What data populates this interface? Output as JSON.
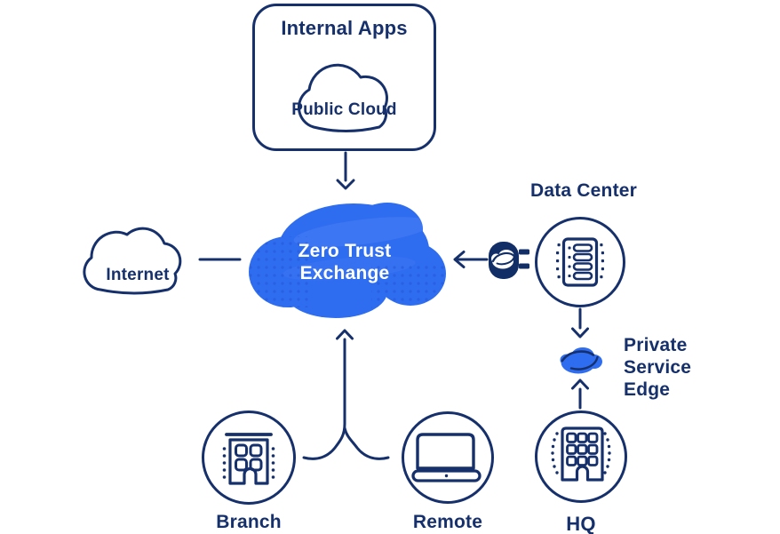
{
  "colors": {
    "navy": "#16306C",
    "bright_blue": "#2E6CF0",
    "light_streak": "#4A80F4",
    "halftone_dot": "#2257D8",
    "plug_navy": "#122E66",
    "white": "#FFFFFF"
  },
  "internal_apps": {
    "title": "Internal Apps",
    "cloud_label": "Public Cloud",
    "icon": "cloud-outline-icon"
  },
  "exchange": {
    "label": "Zero Trust\nExchange",
    "icon": "zscaler-exchange-cloud"
  },
  "internet": {
    "label": "Internet",
    "icon": "cloud-outline-icon"
  },
  "data_center": {
    "label": "Data Center",
    "icon": "server-icon"
  },
  "connector": {
    "icon": "plug-icon",
    "logo": "zscaler-logo-icon"
  },
  "private_service_edge": {
    "label": "Private\nService\nEdge",
    "icon": "zscaler-cloud-icon"
  },
  "branch": {
    "label": "Branch",
    "icon": "office-building-icon"
  },
  "remote": {
    "label": "Remote",
    "icon": "laptop-icon"
  },
  "hq": {
    "label": "HQ",
    "icon": "hq-building-icon"
  },
  "connections": [
    {
      "from": "internal-apps",
      "to": "zero-trust-exchange",
      "style": "arrow"
    },
    {
      "from": "internet",
      "to": "zero-trust-exchange",
      "style": "line"
    },
    {
      "from": "data-center",
      "to": "zero-trust-exchange",
      "style": "arrow",
      "via": "plug-connector"
    },
    {
      "from": "data-center",
      "to": "private-service-edge",
      "style": "arrow"
    },
    {
      "from": "hq",
      "to": "private-service-edge",
      "style": "arrow"
    },
    {
      "from": "branch",
      "to": "zero-trust-exchange",
      "style": "arrow",
      "merged": true
    },
    {
      "from": "remote",
      "to": "zero-trust-exchange",
      "style": "arrow",
      "merged": true
    }
  ]
}
